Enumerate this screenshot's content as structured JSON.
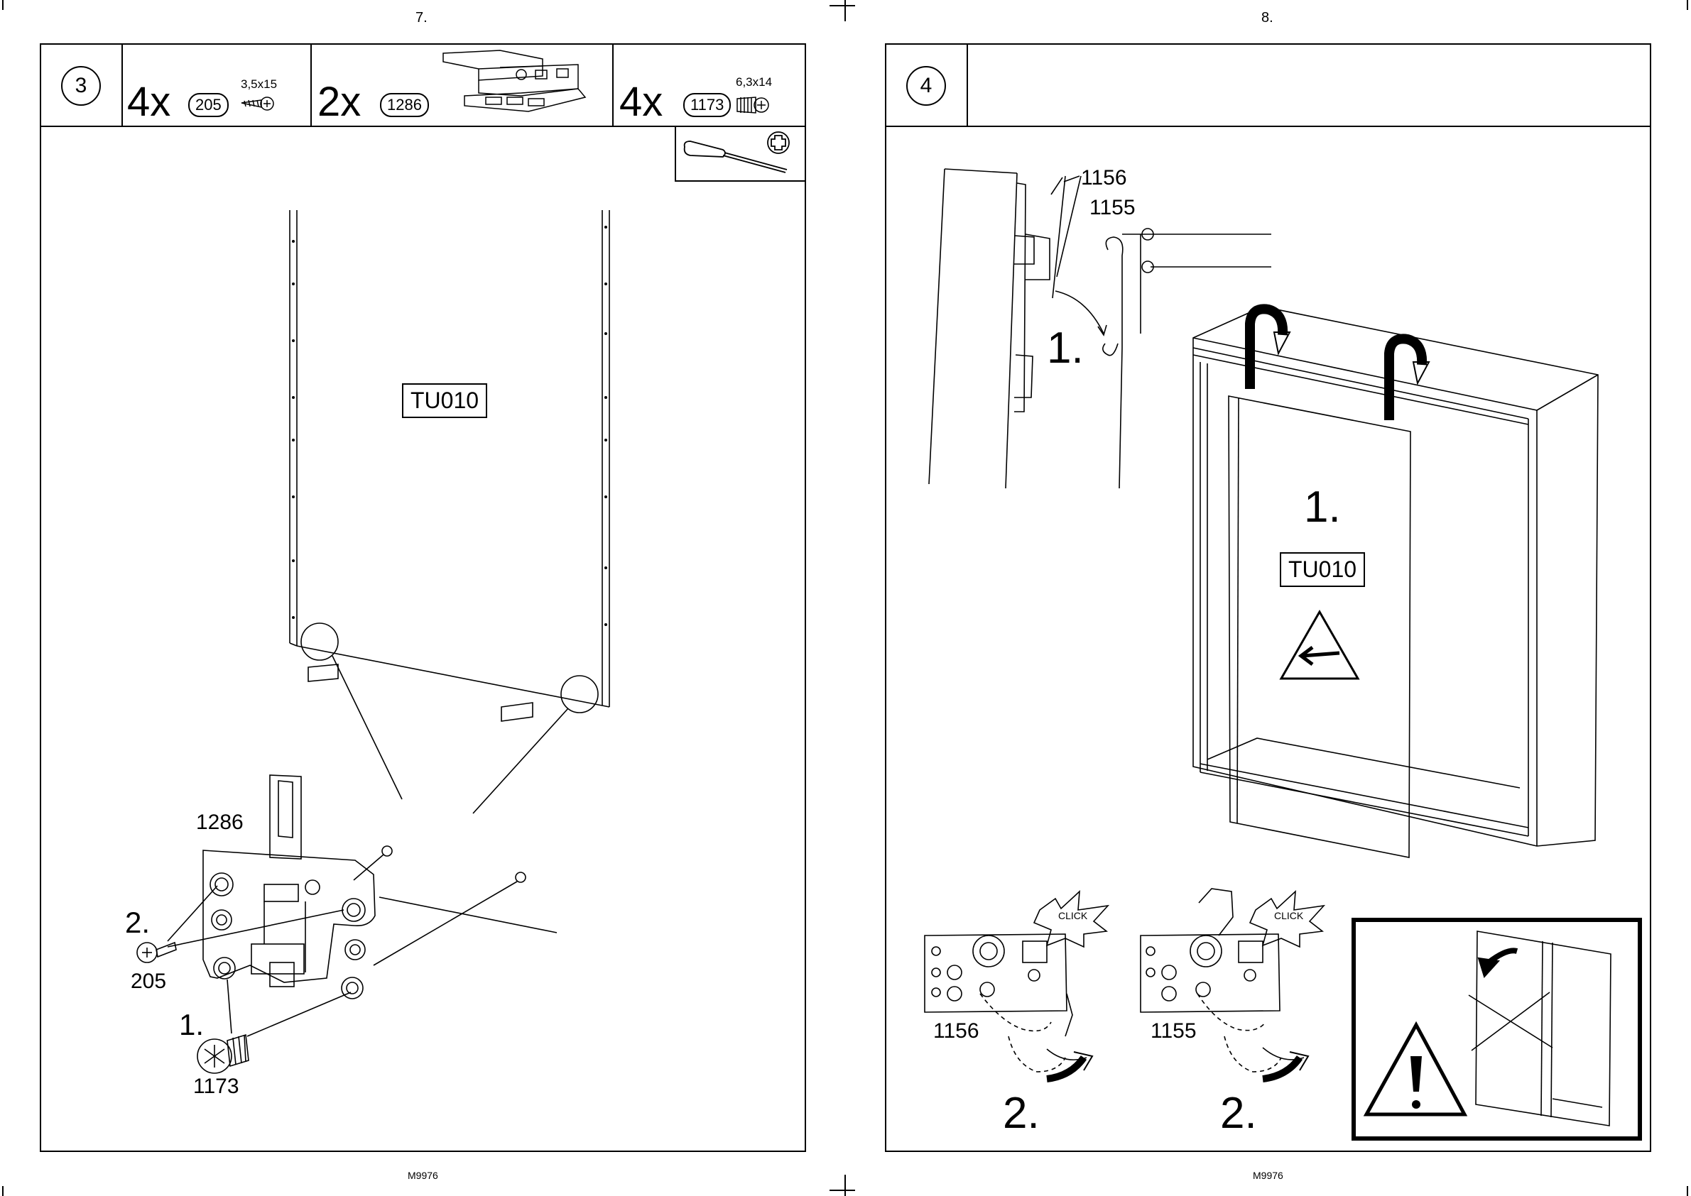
{
  "left_page": {
    "page_number": "7.",
    "footer_code": "M9976",
    "step_number": "3",
    "parts": [
      {
        "qty": "4x",
        "part_no": "205",
        "size": "3,5x15",
        "icon": "screw-icon"
      },
      {
        "qty": "2x",
        "part_no": "1286",
        "icon": "door-guide-icon"
      },
      {
        "qty": "4x",
        "part_no": "1173",
        "size": "6,3x14",
        "icon": "dowel-screw-icon"
      }
    ],
    "tool_icon": "screwdriver-phillips-icon",
    "panel_label": "TU010",
    "labels": {
      "guide_part": "1286",
      "step2": "2.",
      "screw_205": "205",
      "step1": "1.",
      "screw_1173": "1173"
    }
  },
  "right_page": {
    "page_number": "8.",
    "footer_code": "M9976",
    "step_number": "4",
    "labels": {
      "part_1156": "1156",
      "part_1155": "1155",
      "detail_step1": "1.",
      "door_step1": "1.",
      "door_label": "TU010",
      "click_1": "CLICK",
      "click_2": "CLICK",
      "bottom_1156": "1156",
      "bottom_1155": "1155",
      "step2_a": "2.",
      "step2_b": "2."
    },
    "warning_icon": "warning-triangle-icon"
  }
}
